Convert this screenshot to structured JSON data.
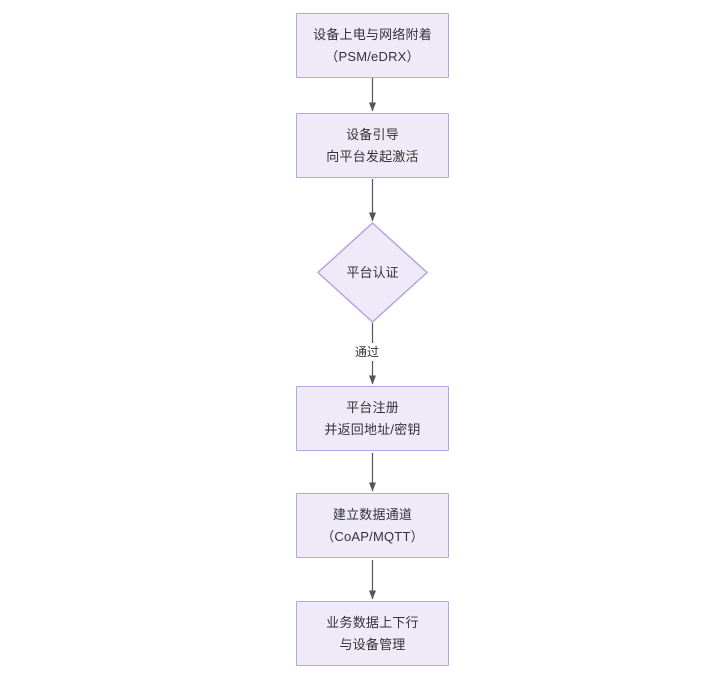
{
  "diagram": {
    "type": "flowchart",
    "direction": "top-to-bottom",
    "background_color": "#ffffff",
    "node_fill_color": "#eeeaf8",
    "node_border_color": "#b9a3e3",
    "node_text_color": "#333333",
    "edge_color": "#555555",
    "nodes": [
      {
        "id": "n1",
        "shape": "rectangle",
        "label": "设备上电与网络附着\n（PSM/eDRX）"
      },
      {
        "id": "n2",
        "shape": "rectangle",
        "label": "设备引导\n向平台发起激活"
      },
      {
        "id": "n3",
        "shape": "diamond",
        "label": "平台认证"
      },
      {
        "id": "n4",
        "shape": "rectangle",
        "label": "平台注册\n并返回地址/密钥"
      },
      {
        "id": "n5",
        "shape": "rectangle",
        "label": "建立数据通道\n（CoAP/MQTT）"
      },
      {
        "id": "n6",
        "shape": "rectangle",
        "label": "业务数据上下行\n与设备管理"
      }
    ],
    "edges": [
      {
        "from": "n1",
        "to": "n2",
        "label": ""
      },
      {
        "from": "n2",
        "to": "n3",
        "label": ""
      },
      {
        "from": "n3",
        "to": "n4",
        "label": "通过"
      },
      {
        "from": "n4",
        "to": "n5",
        "label": ""
      },
      {
        "from": "n5",
        "to": "n6",
        "label": ""
      }
    ]
  }
}
